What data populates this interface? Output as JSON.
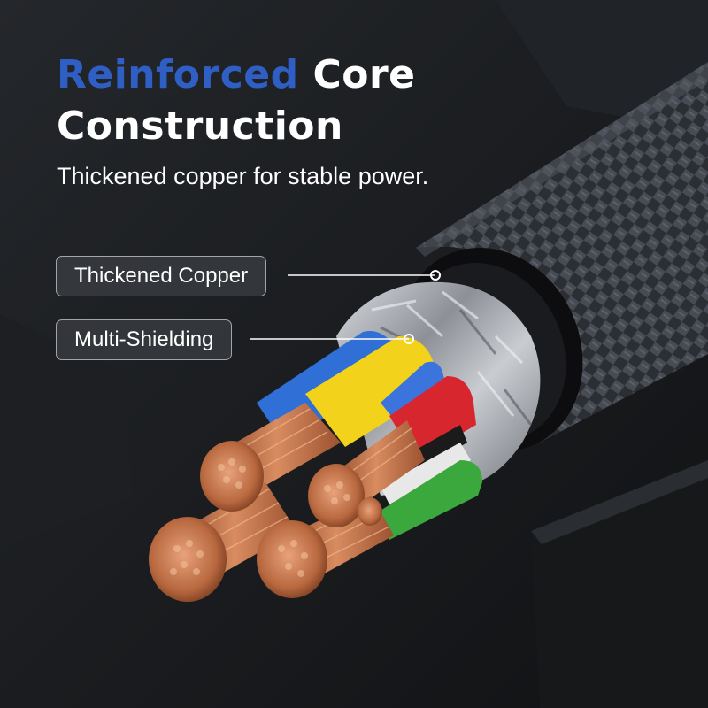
{
  "headline": {
    "accent": "Reinforced",
    "rest_line1": " Core",
    "line2": "Construction"
  },
  "subtitle": "Thickened copper for stable power.",
  "callouts": [
    {
      "label": "Thickened Copper"
    },
    {
      "label": "Multi-Shielding"
    }
  ],
  "colors": {
    "accent": "#2f5fc4",
    "background": "#1a1c1f",
    "copper": "#c4784e",
    "wire_blue": "#2f6fd6",
    "wire_yellow": "#f2d21a",
    "wire_red": "#d8262e",
    "wire_green": "#3aa83c",
    "wire_white": "#e8e8e8",
    "wire_black": "#1b1b1b",
    "braid": "#3a3e45",
    "foil": "#a9adb3"
  }
}
